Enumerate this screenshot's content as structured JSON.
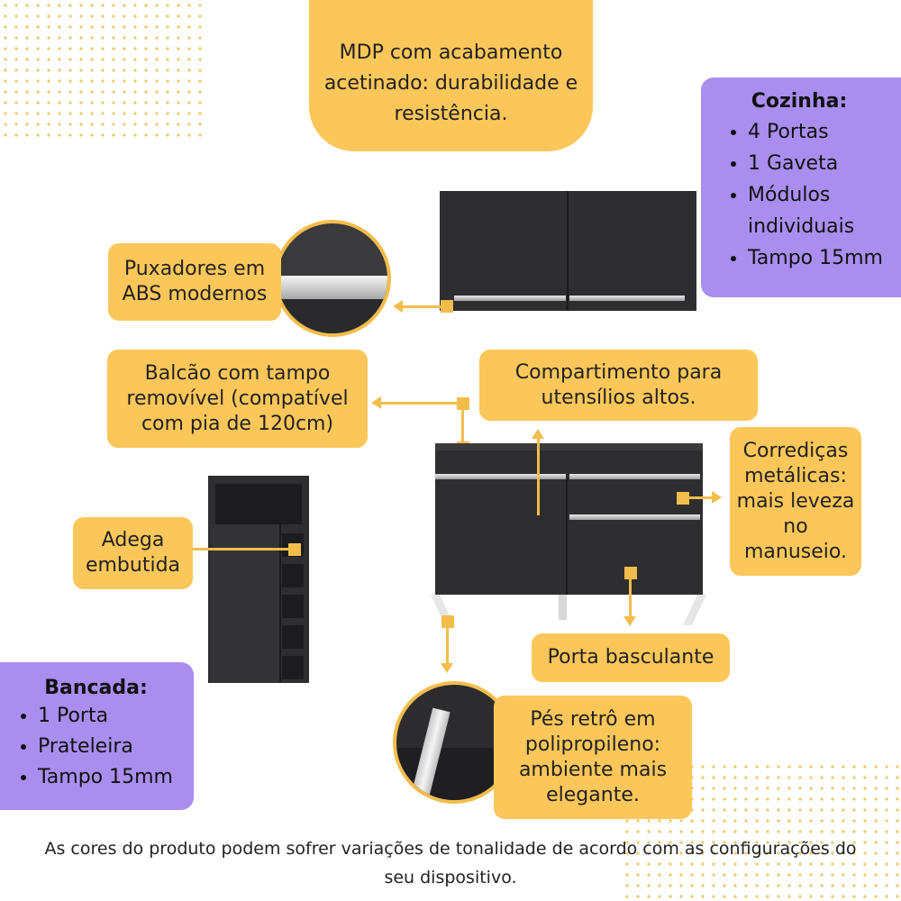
{
  "callouts": {
    "mdp": "MDP com acabamento acetinado: durabilidade e resistência.",
    "puxadores": "Puxadores em ABS modernos",
    "balcao": "Balcão com tampo removível (compatível com pia de 120cm)",
    "compartimento": "Compartimento para utensílios altos.",
    "corredicas": "Corrediças metálicas: mais leveza no manuseio.",
    "adega": "Adega embutida",
    "porta_basculante": "Porta basculante",
    "pes": "Pés retrô em polipropileno: ambiente mais elegante."
  },
  "cozinha": {
    "title": "Cozinha:",
    "items": [
      "4 Portas",
      "1 Gaveta",
      "Módulos individuais",
      "Tampo 15mm"
    ]
  },
  "bancada": {
    "title": "Bancada:",
    "items": [
      "1 Porta",
      "Prateleira",
      "Tampo 15mm"
    ]
  },
  "footer": "As cores do produto podem sofrer variações de tonalidade de acordo com as configurações do seu dispositivo.",
  "colors": {
    "yellow": "#fcc75a",
    "purple": "#a98ef0",
    "cabinet": "#2e2e30"
  }
}
